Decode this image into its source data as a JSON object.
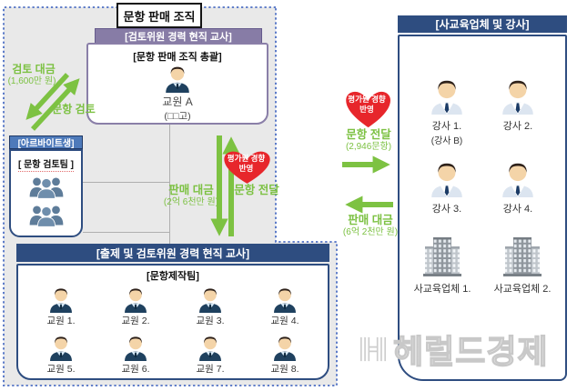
{
  "title": "문항 판매 조직",
  "left_panel": {
    "review_teacher_header": "[검토위원 경력 현직 교사]",
    "leader_box": {
      "role": "[문항 판매 조직 총괄]",
      "name": "교원 A",
      "school": "(□□고)"
    },
    "review_fee": {
      "label": "검토 대금",
      "amount": "(1,600만 원)"
    },
    "review_action": "문항 검토",
    "parttimer": {
      "header": "[아르바이트생]",
      "team": "[ 문항 검토팀 ]"
    },
    "sale": {
      "label": "판매 대금",
      "amount": "(2억 6천만 원)"
    },
    "delivery": "문항 전달",
    "badge": {
      "line1": "평가원 경향",
      "line2": "반영"
    },
    "maker_header": "[출제 및 검토위원 경력 현직 교사]",
    "maker_team": "[문항제작팀]",
    "teachers": [
      "교원 1.",
      "교원 2.",
      "교원 3.",
      "교원 4.",
      "교원 5.",
      "교원 6.",
      "교원 7.",
      "교원 8."
    ]
  },
  "flow_right": {
    "badge": {
      "line1": "평가원 경향",
      "line2": "반영"
    },
    "delivery": {
      "label": "문항 전달",
      "amount": "(2,946문항)"
    },
    "sale": {
      "label": "판매 대금",
      "amount": "(6억 2천만 원)"
    }
  },
  "right_panel": {
    "header": "[사교육업체 및 강사]",
    "instructors": [
      {
        "name": "강사 1.",
        "alias": "(강사 B)"
      },
      {
        "name": "강사 2.",
        "alias": ""
      },
      {
        "name": "강사 3.",
        "alias": ""
      },
      {
        "name": "강사 4.",
        "alias": ""
      }
    ],
    "companies": [
      "사교육업체 1.",
      "사교육업체 2."
    ]
  },
  "watermark": "헤럴드경제",
  "icons": {
    "teacher": "person-dark-suit-icon",
    "instructor": "person-tie-icon",
    "review_team": "people-group-icon",
    "company": "building-icon",
    "trend_badge": "heart-badge-icon",
    "watermark_logo": "herald-h-bars-icon"
  },
  "colors": {
    "accent_green": "#7CC142",
    "badge_red": "#E7262B",
    "purple_header": "#877CA6",
    "blue_header": "#2E4D80",
    "parttimer_blue": "#4E7ABA",
    "dashed_border": "#4D6FC4",
    "panel_gray": "#E9E9E9"
  }
}
